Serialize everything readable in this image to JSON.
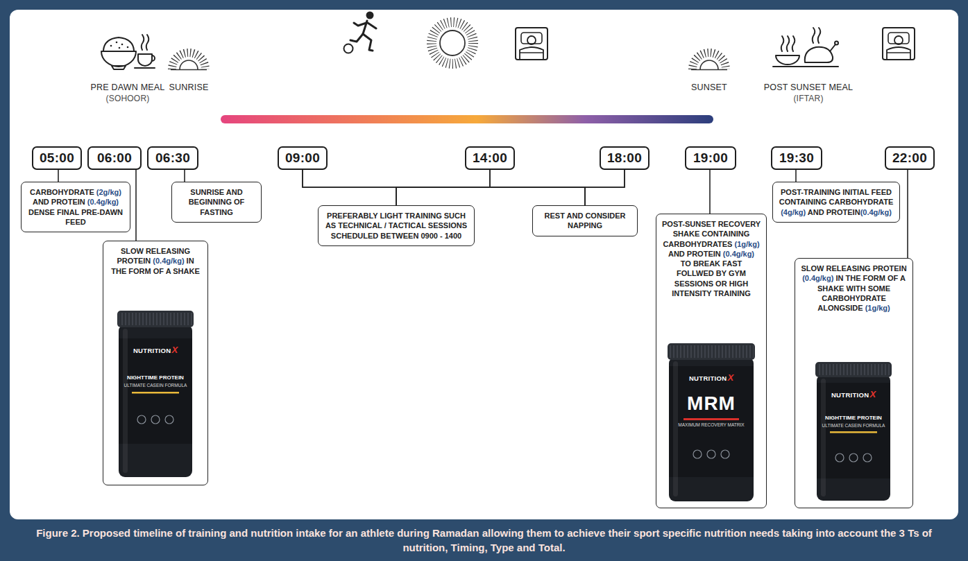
{
  "diagram": {
    "caption": "Figure 2. Proposed timeline of training and nutrition intake for an athlete during Ramadan allowing them to achieve their sport specific nutrition needs taking into account the 3 Ts of nutrition, Timing, Type and Total.",
    "nodes": [
      {
        "text": [
          "05:00"
        ]
      },
      {
        "text": [
          "06:00"
        ]
      },
      {
        "text": [
          "06:30"
        ]
      },
      {
        "text": [
          "09:00"
        ]
      },
      {
        "text": [
          "14:00"
        ]
      },
      {
        "text": [
          "18:00"
        ]
      },
      {
        "text": [
          "19:00"
        ]
      },
      {
        "text": [
          "19:30"
        ]
      },
      {
        "text": [
          "22:00"
        ]
      },
      {
        "text": [
          "CARBOHYDRATE (2g/kg) AND PROTEIN (0.4g/kg) DENSE FINAL PRE-DAWN FEED"
        ]
      },
      {
        "text": [
          "SLOW RELEASING PROTEIN (0.4g/kg) IN THE FORM OF A SHAKE"
        ]
      },
      {
        "text": [
          "SUNRISE AND BEGINNING OF FASTING"
        ]
      },
      {
        "text": [
          "PREFERABLY LIGHT TRAINING SUCH AS TECHNICAL / TACTICAL SESSIONS SCHEDULED BETWEEN 0900 - 1400"
        ]
      },
      {
        "text": [
          "REST AND CONSIDER NAPPING"
        ]
      },
      {
        "text": [
          "POST-SUNSET RECOVERY SHAKE CONTAINING CARBOHYDRATES (1g/kg) AND PROTEIN (0.4g/kg) TO BREAK FAST FOLLWED BY GYM SESSIONS OR HIGH INTENSITY TRAINING"
        ]
      },
      {
        "text": [
          "POST-TRAINING INITIAL FEED CONTAINING CARBOHYDRATE (4g/kg) AND PROTEIN(0.4g/kg)"
        ]
      },
      {
        "text": [
          "SLOW RELEASING PROTEIN (0.4g/kg) IN THE FORM OF A SHAKE WITH SOME CARBOHYDRATE ALONGSIDE (1g/kg)"
        ]
      }
    ],
    "edges": [
      {
        "from": 0,
        "to": 9,
        "arrow": "none"
      },
      {
        "from": 1,
        "to": 10,
        "arrow": "none"
      },
      {
        "from": 2,
        "to": 11,
        "arrow": "none"
      },
      {
        "from": 3,
        "to": 12,
        "arrow": "none"
      },
      {
        "from": 3,
        "to": 13,
        "arrow": "none"
      },
      {
        "from": 4,
        "to": 12,
        "arrow": "none"
      },
      {
        "from": 4,
        "to": 13,
        "arrow": "none"
      },
      {
        "from": 5,
        "to": 12,
        "arrow": "none"
      },
      {
        "from": 5,
        "to": 13,
        "arrow": "none"
      },
      {
        "from": 6,
        "to": 14,
        "arrow": "none"
      },
      {
        "from": 7,
        "to": 15,
        "arrow": "none"
      },
      {
        "from": 8,
        "to": 16,
        "arrow": "none"
      }
    ],
    "labels": [
      "PRE DAWN MEAL",
      "(SOHOOR)",
      "SUNRISE",
      "SUNSET",
      "POST SUNSET MEAL",
      "(IFTAR)",
      "NUTRITION",
      "X",
      "NIGHTTIME PROTEIN",
      "ULTIMATE CASEIN FORMULA",
      "NUTRITION",
      "X",
      "MRM",
      "MAXIMUM RECOVERY MATRIX",
      "NUTRITION",
      "X",
      "NIGHTTIME PROTEIN",
      "ULTIMATE CASEIN FORMULA"
    ]
  }
}
